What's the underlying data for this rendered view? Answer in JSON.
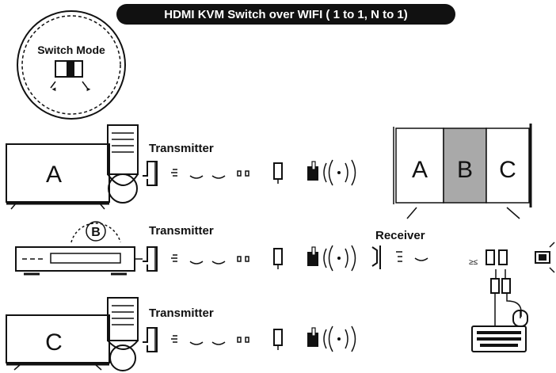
{
  "title": "HDMI KVM Switch over WIFI ( 1 to 1, N to 1)",
  "switch_mode_label": "Switch Mode",
  "rows": [
    {
      "label": "Transmitter",
      "screen_letter": "A"
    },
    {
      "label": "Transmitter",
      "screen_letter": "B"
    },
    {
      "label": "Transmitter",
      "screen_letter": "C"
    }
  ],
  "receiver_label": "Receiver",
  "split_screen": [
    {
      "letter": "A",
      "color": "#ffffff"
    },
    {
      "letter": "B",
      "color": "#a9a9a9"
    },
    {
      "letter": "C",
      "color": "#ffffff"
    }
  ],
  "colors": {
    "pill_bg": "#111111",
    "pill_text": "#ffffff",
    "line": "#111111"
  },
  "icons": [
    "switch-mode-icon",
    "monitor-icon",
    "tower-pc-icon",
    "transmitter-device-icon",
    "usb-flash-icon",
    "wifi-dongle-icon",
    "dvd-player-icon",
    "receiver-device-icon",
    "keyboard-icon",
    "mouse-icon"
  ]
}
